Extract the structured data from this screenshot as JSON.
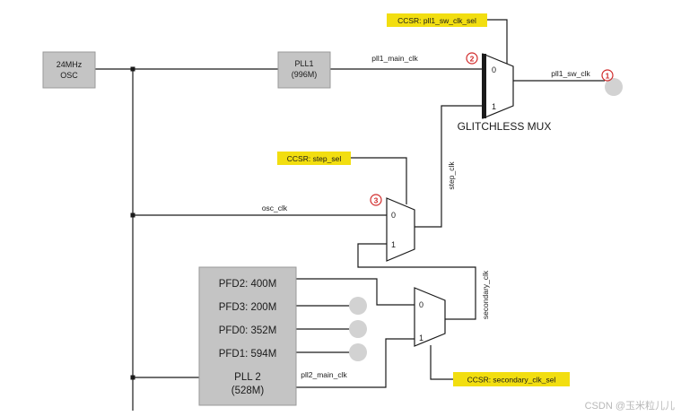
{
  "colors": {
    "block_fill": "#c4c4c4",
    "block_stroke": "#9a9a9a",
    "wire": "#1a1a1a",
    "csr_fill": "#f2de10",
    "marker": "#d12b2b",
    "pad": "#d2d2d2",
    "watermark": "#b8b8b8"
  },
  "blocks": {
    "osc": [
      "24MHz",
      "OSC"
    ],
    "pll1": [
      "PLL1",
      "(996M)"
    ],
    "pfd2": "PFD2: 400M",
    "pfd3": "PFD3: 200M",
    "pfd0": "PFD0: 352M",
    "pfd1": "PFD1: 594M",
    "pll2": [
      "PLL 2",
      "(528M)"
    ]
  },
  "csr": {
    "pll1_sw_clk_sel": "CCSR: pll1_sw_clk_sel",
    "step_sel": "CCSR: step_sel",
    "secondary_clk_sel": "CCSR: secondary_clk_sel"
  },
  "signals": {
    "pll1_main_clk": "pll1_main_clk",
    "pll1_sw_clk": "pll1_sw_clk",
    "osc_clk": "osc_clk",
    "step_clk": "step_clk",
    "secondary_clk": "secondary_clk",
    "pll2_main_clk": "pll2_main_clk"
  },
  "mux_inputs": {
    "glitchless_0": "0",
    "glitchless_1": "1",
    "step_0": "0",
    "step_1": "1",
    "secondary_0": "0",
    "secondary_1": "1"
  },
  "mux_title": "GLITCHLESS MUX",
  "markers": {
    "m1": "1",
    "m2": "2",
    "m3": "3"
  },
  "watermark": "CSDN @玉米粒儿儿"
}
